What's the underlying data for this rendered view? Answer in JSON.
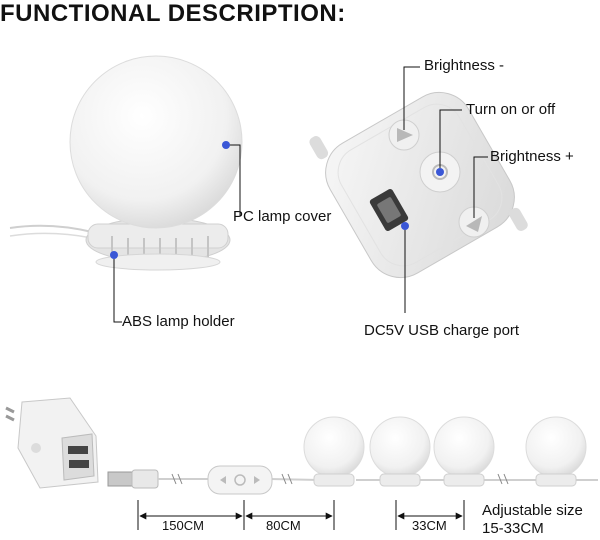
{
  "heading": "FUNCTIONAL DESCRIPTION:",
  "callouts": {
    "lamp_cover": "PC lamp cover",
    "lamp_holder": "ABS lamp holder",
    "brightness_down": "Brightness -",
    "power": "Turn on or off",
    "brightness_up": "Brightness +",
    "usb_port": "DC5V USB charge port"
  },
  "dimensions": {
    "cable_length": "150CM",
    "controller_to_bulb": "80CM",
    "bulb_spacing": "33CM",
    "adjustable_line1": "Adjustable size",
    "adjustable_line2": "15-33CM"
  },
  "colors": {
    "marker": "#3a57d6",
    "device_body": "#ececec",
    "bulb_glow": "#f4f4f4"
  }
}
